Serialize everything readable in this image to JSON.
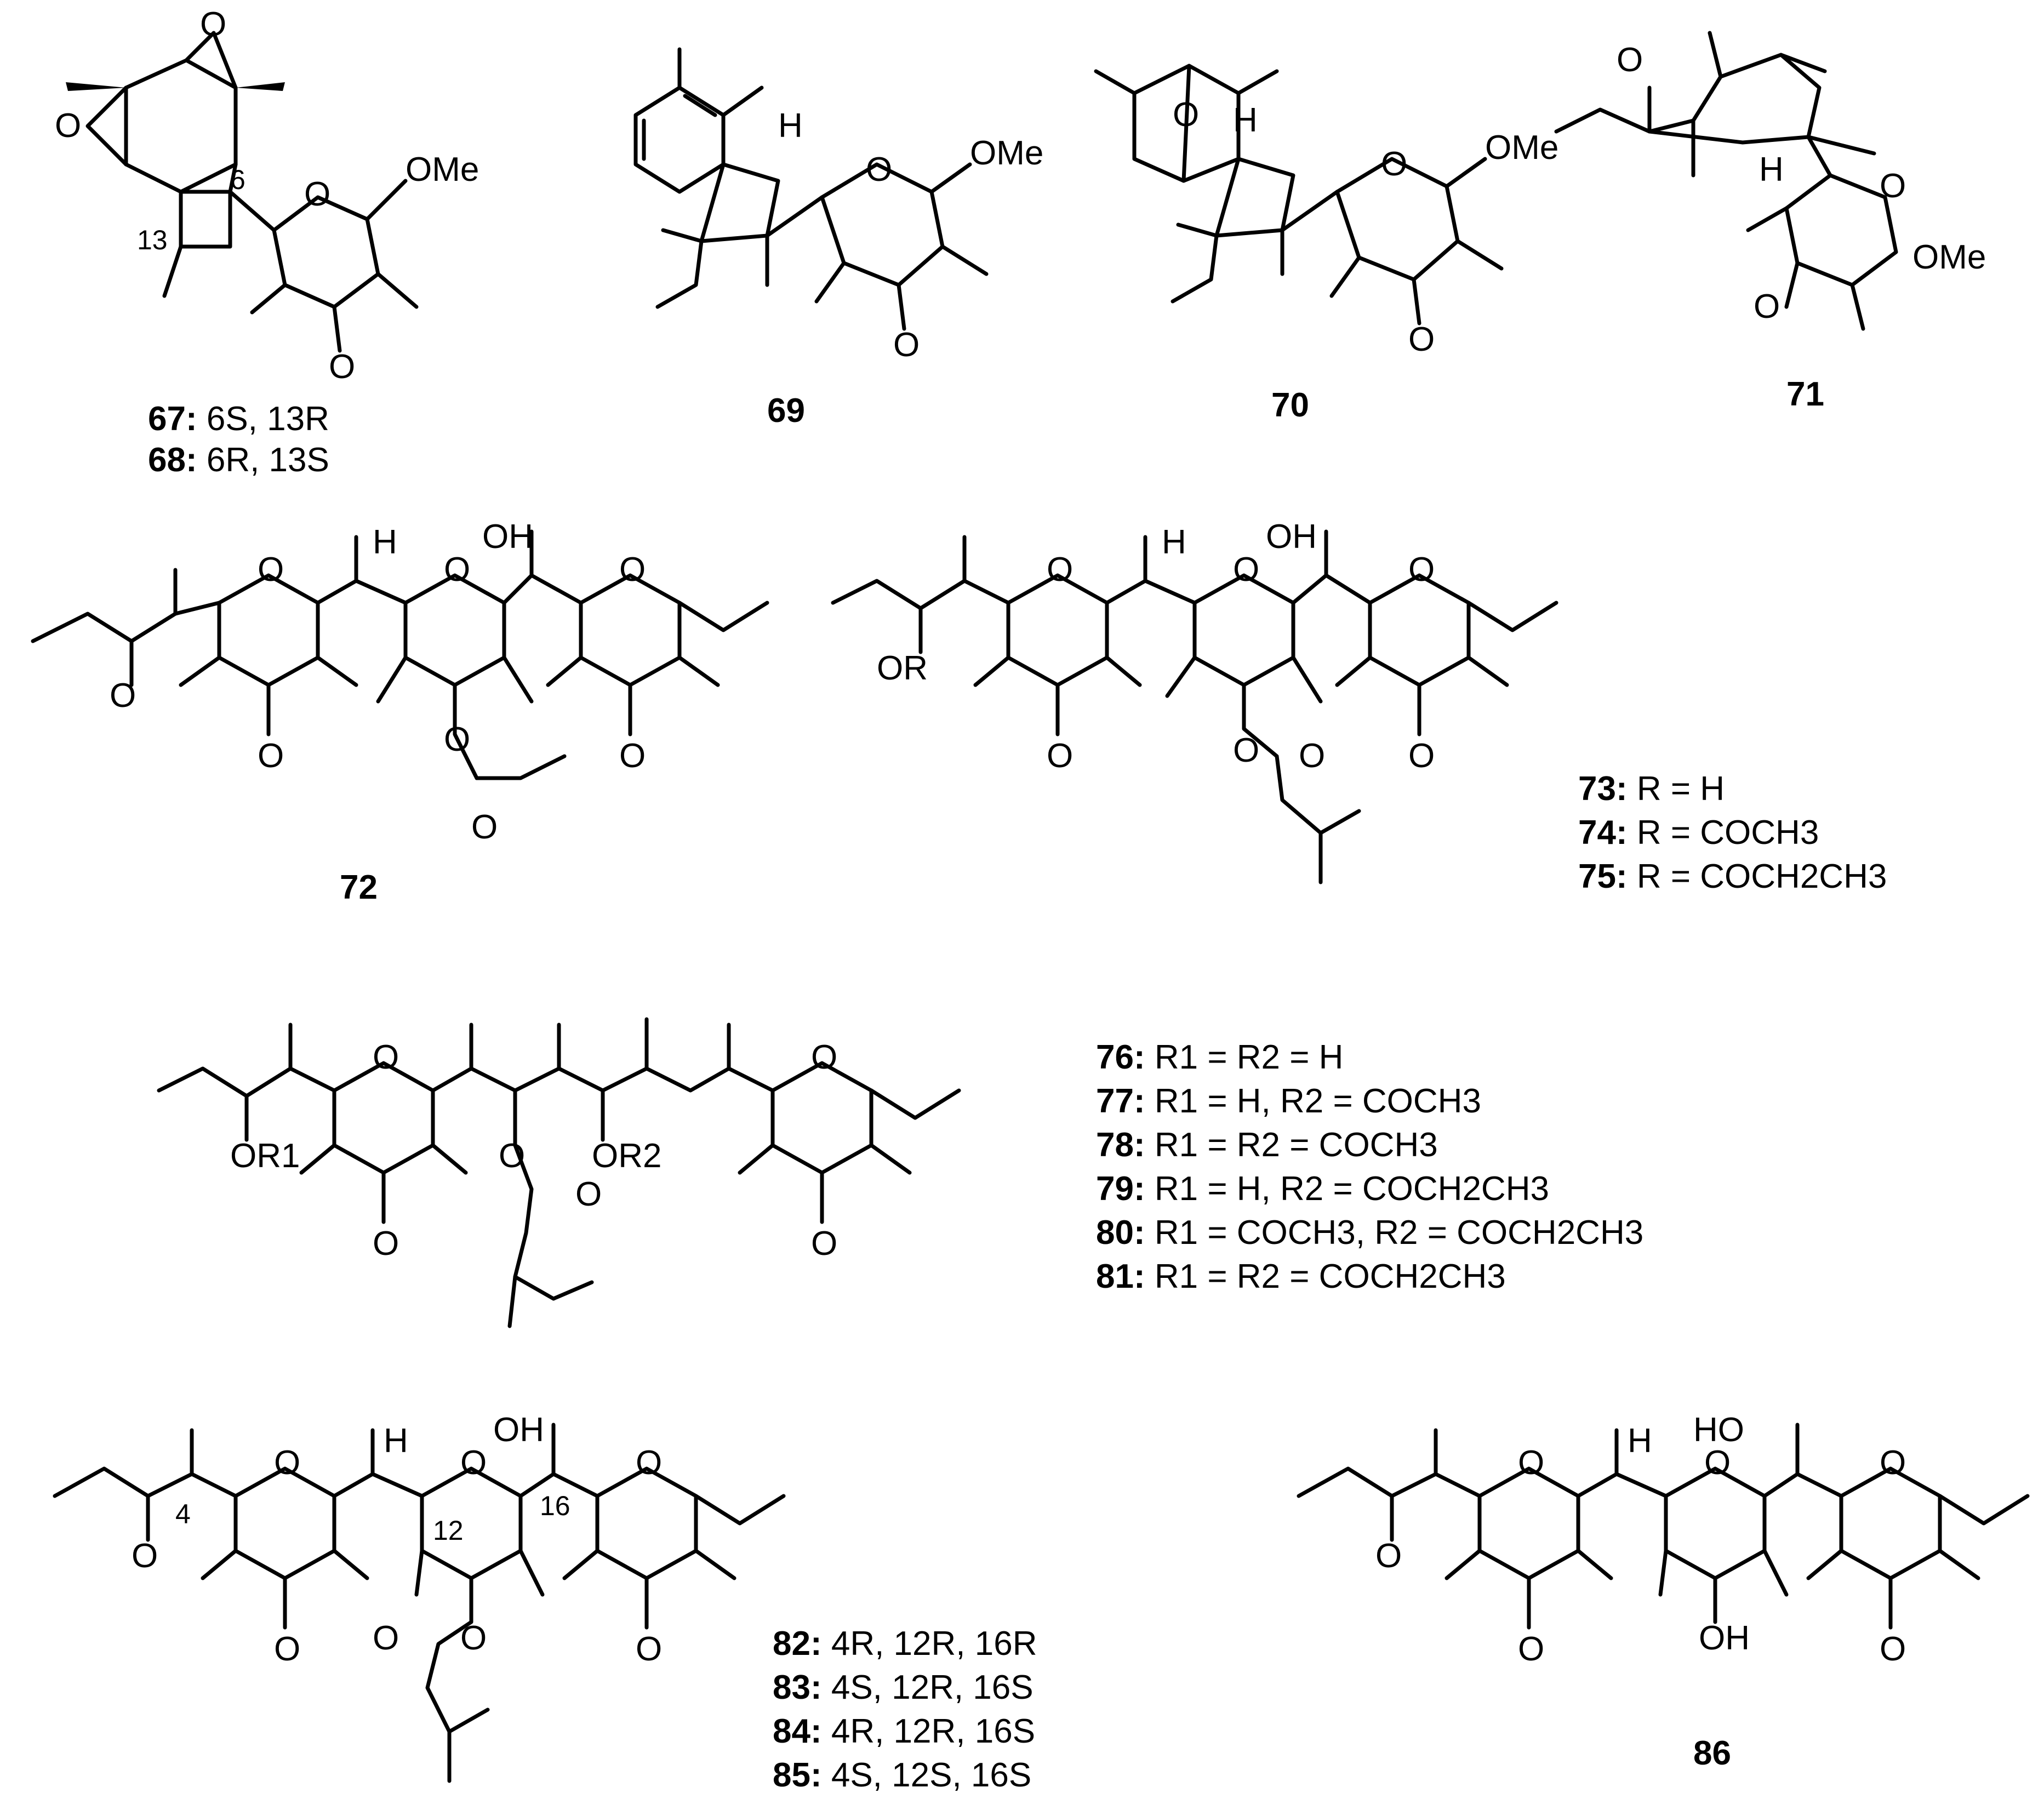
{
  "compounds": {
    "c67_68": {
      "captions": [
        {
          "id": "67:",
          "text": " 6S, 13R"
        },
        {
          "id": "68:",
          "text": " 6R, 13S"
        }
      ],
      "locants": [
        "6",
        "13"
      ]
    },
    "c69": {
      "label": "69"
    },
    "c70": {
      "label": "70"
    },
    "c71": {
      "label": "71"
    },
    "c72": {
      "label": "72"
    },
    "c73_75": {
      "captions": [
        {
          "id": "73:",
          "text": " R = H"
        },
        {
          "id": "74:",
          "text": " R = COCH3"
        },
        {
          "id": "75:",
          "text": " R = COCH2CH3"
        }
      ]
    },
    "c76_81": {
      "captions": [
        {
          "id": "76:",
          "text": " R1 = R2 = H"
        },
        {
          "id": "77:",
          "text": " R1 = H, R2 = COCH3"
        },
        {
          "id": "78:",
          "text": " R1 = R2 = COCH3"
        },
        {
          "id": "79:",
          "text": " R1 = H, R2 = COCH2CH3"
        },
        {
          "id": "80:",
          "text": " R1 = COCH3, R2 = COCH2CH3"
        },
        {
          "id": "81:",
          "text": " R1 = R2 = COCH2CH3"
        }
      ]
    },
    "c82_85": {
      "captions": [
        {
          "id": "82:",
          "text": " 4R, 12R, 16R"
        },
        {
          "id": "83:",
          "text": " 4S, 12R, 16S"
        },
        {
          "id": "84:",
          "text": " 4R, 12R, 16S"
        },
        {
          "id": "85:",
          "text": " 4S, 12S, 16S"
        }
      ],
      "locants": [
        "4",
        "12",
        "16"
      ]
    },
    "c86": {
      "label": "86"
    }
  },
  "atoms": {
    "O": "O",
    "OMe": "OMe",
    "OH": "OH",
    "HO": "HO",
    "H": "H",
    "OR": "OR",
    "OR1": "OR1",
    "OR2": "OR2"
  }
}
